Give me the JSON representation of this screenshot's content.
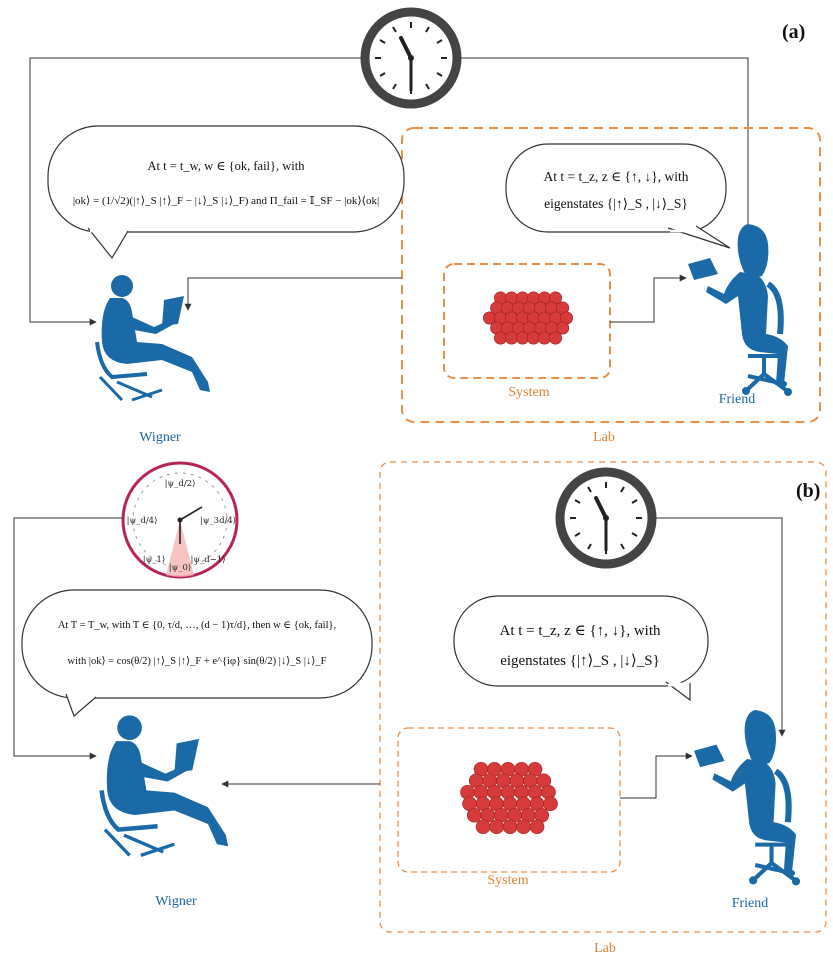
{
  "panel_a": {
    "label": "(a)",
    "wigner_bubble": {
      "line1": "At t = t_w,  w ∈ {ok, fail},  with",
      "line2": "|ok⟩ = (1/√2)(|↑⟩_S |↑⟩_F − |↓⟩_S |↓⟩_F)  and  Π_fail = 𝕀_SF − |ok⟩⟨ok|"
    },
    "friend_bubble": {
      "line1": "At t = t_z,  z ∈ {↑, ↓},  with",
      "line2": "eigenstates {|↑⟩_S , |↓⟩_S}"
    },
    "system_label": "System",
    "friend_label": "Friend",
    "wigner_label": "Wigner",
    "lab_label": "Lab"
  },
  "panel_b": {
    "label": "(b)",
    "dial_states": {
      "top": "|ψ_d/2⟩",
      "left": "|ψ_d/4⟩",
      "right": "|ψ_3d/4⟩",
      "bottom_left": "|ψ_1⟩",
      "bottom": "|ψ_0⟩",
      "bottom_right": "|ψ_d−1⟩"
    },
    "wigner_bubble": {
      "line1": "At T = T_w,  with T ∈ {0, τ/d, …, (d − 1)τ/d},  then w ∈ {ok, fail},",
      "line2": "with |ok⟩ = cos(θ/2) |↑⟩_S |↑⟩_F + e^{iφ} sin(θ/2) |↓⟩_S |↓⟩_F"
    },
    "friend_bubble": {
      "line1": "At t = t_z,  z ∈ {↑, ↓},  with",
      "line2": "eigenstates {|↑⟩_S , |↓⟩_S}"
    },
    "system_label": "System",
    "friend_label": "Friend",
    "wigner_label": "Wigner",
    "lab_label": "Lab"
  },
  "colors": {
    "person": "#1b6aa8",
    "lab_border": "#e8904a",
    "system_particle": "#d63a3a",
    "dial_ring": "#b8245a",
    "clock_ring": "#444444"
  },
  "icons": [
    "clock-icon",
    "wigner-silhouette-icon",
    "friend-silhouette-icon",
    "particle-cluster-icon",
    "phase-dial-icon"
  ]
}
